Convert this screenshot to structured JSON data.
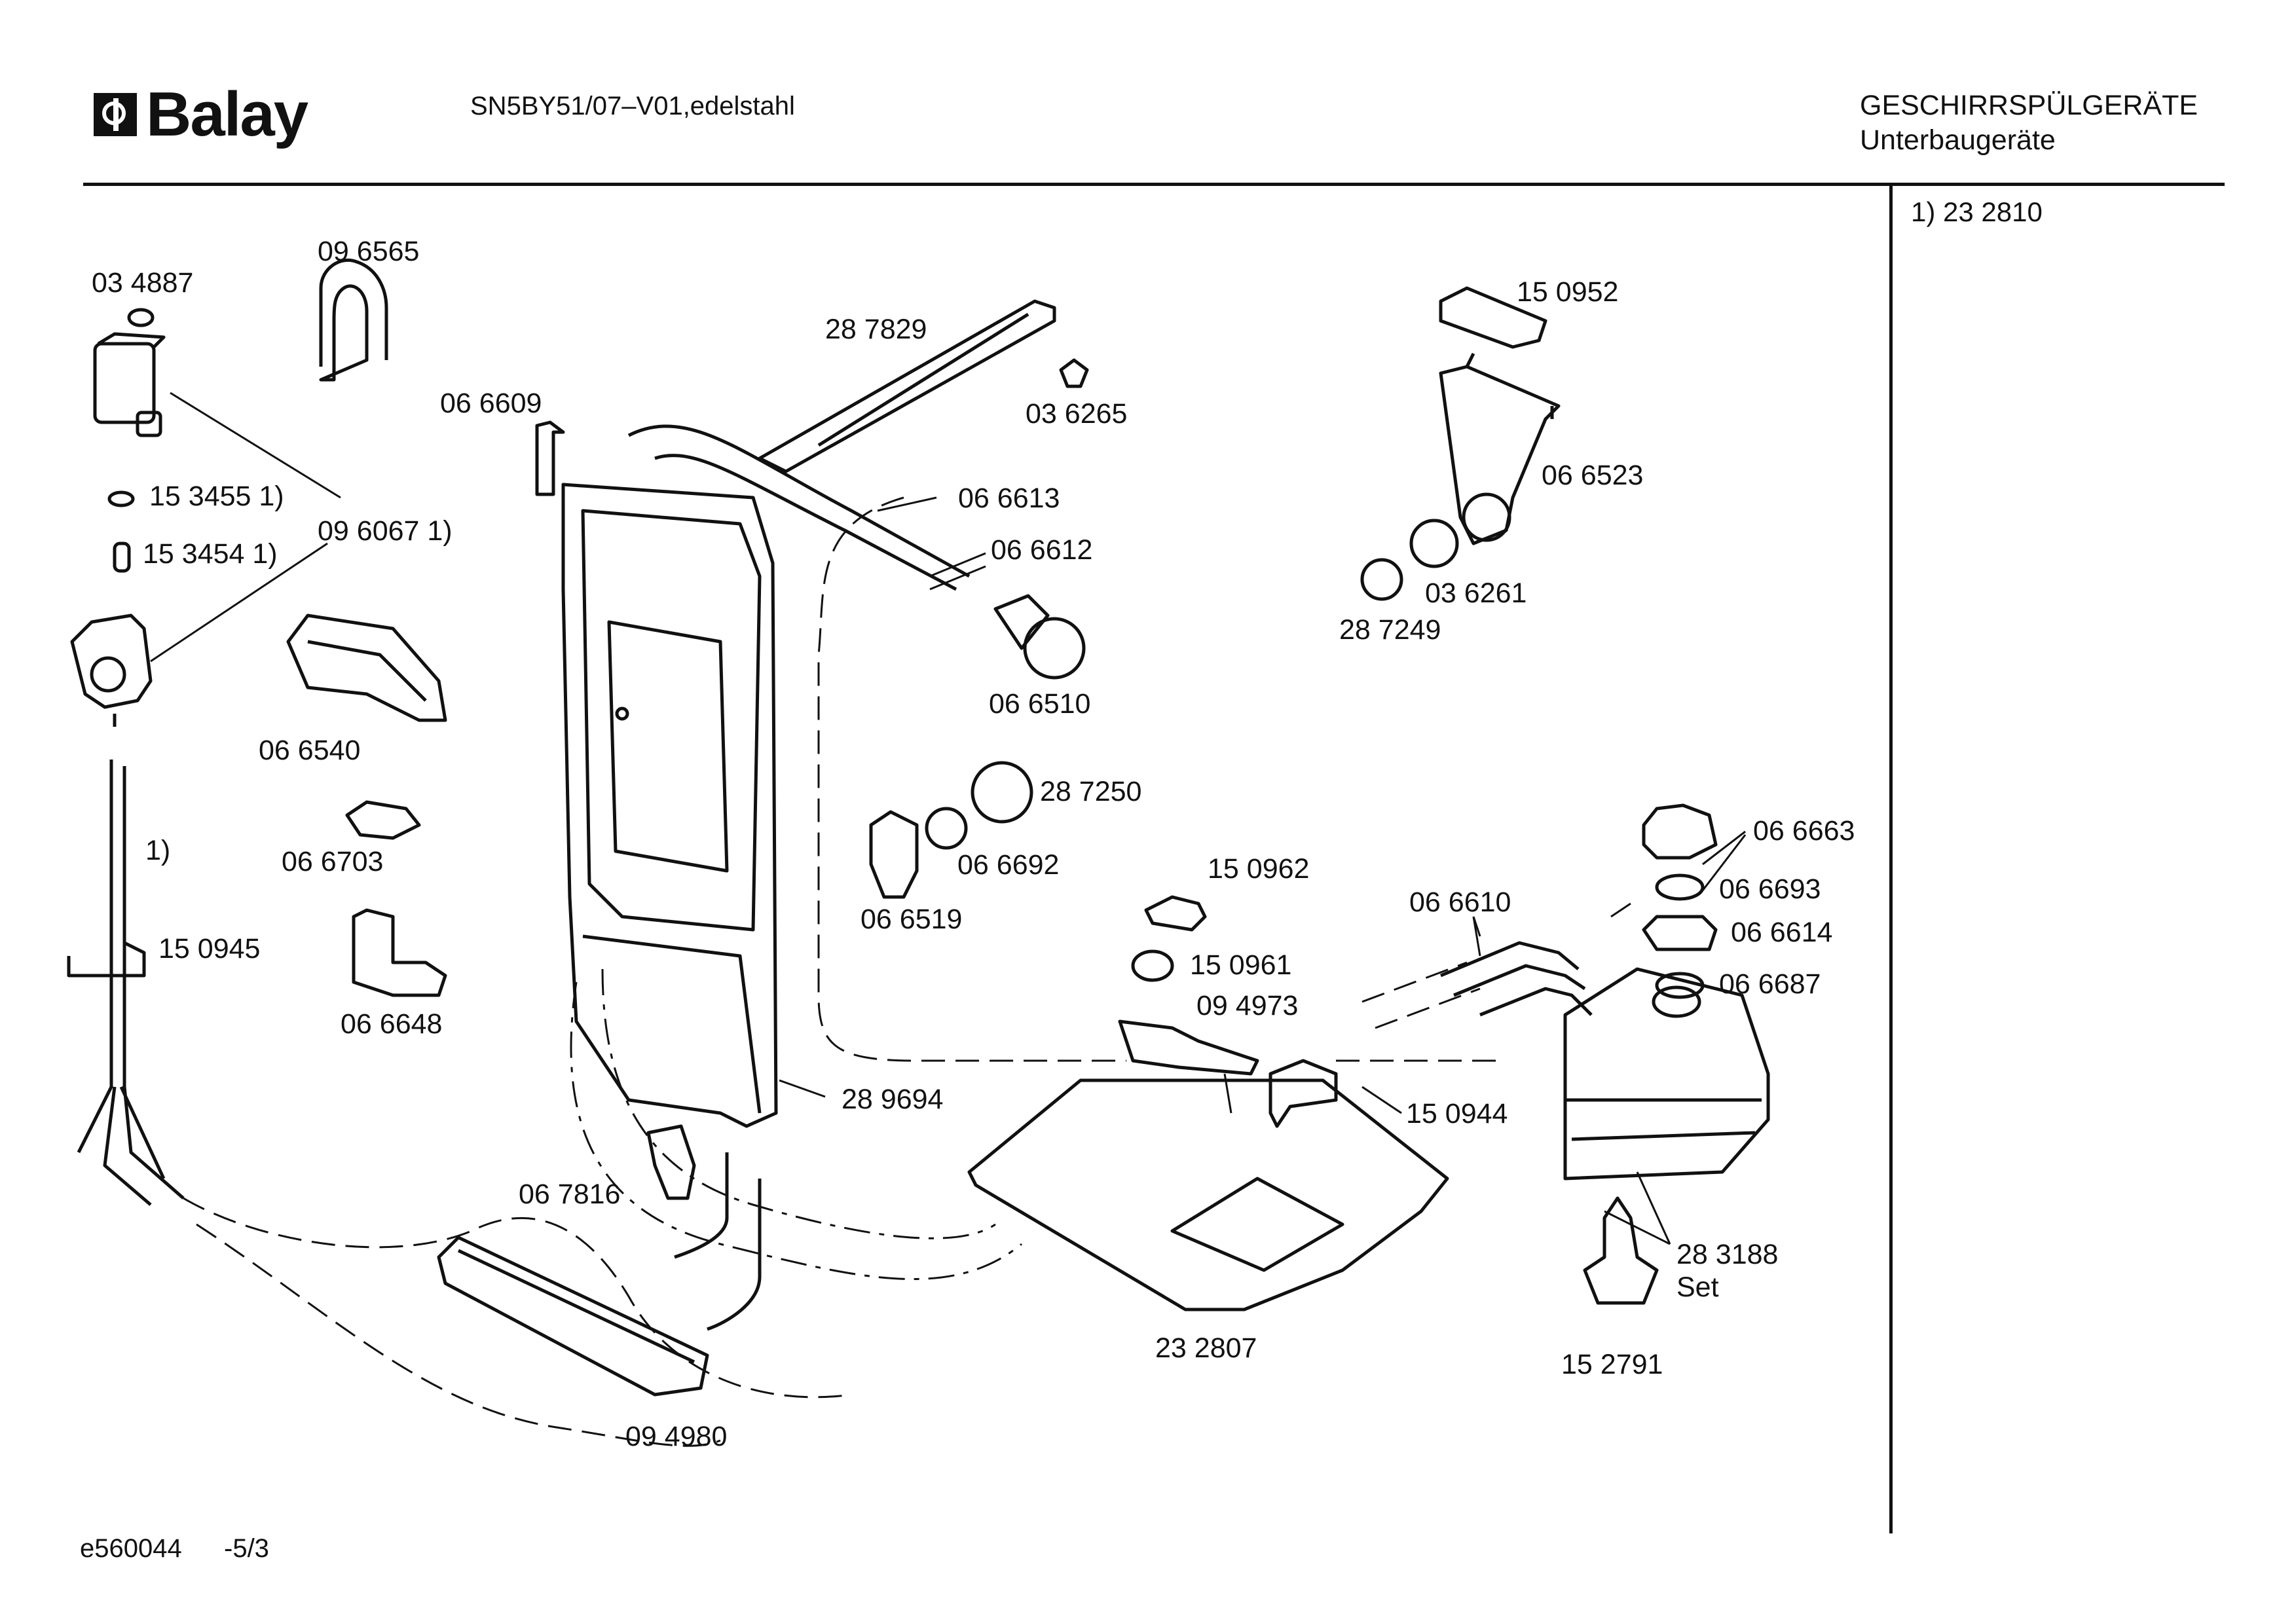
{
  "header": {
    "brand": "Balay",
    "model": "SN5BY51/07–V01,edelstahl",
    "category_line1": "GESCHIRRSPÜLGERÄTE",
    "category_line2": "Unterbaugeräte"
  },
  "side_note": "1)  23 2810",
  "footer": {
    "code": "e560044",
    "page": "-5/3"
  },
  "labels": {
    "p034887": "03 4887",
    "p096565": "09 6565",
    "p287829": "28 7829",
    "p036265": "03 6265",
    "p066609": "06 6609",
    "p153455": "15 3455  1)",
    "p096067": "09 6067  1)",
    "p153454": "15 3454  1)",
    "p066613": "06 6613",
    "p066612": "06 6612",
    "p150952": "15 0952",
    "p066523": "06 6523",
    "p036261": "03 6261",
    "p287249": "28 7249",
    "p066510": "06 6510",
    "p066540": "06 6540",
    "p287250": "28 7250",
    "note1": "1)",
    "p066703": "06 6703",
    "p066692": "06 6692",
    "p066519": "06 6519",
    "p066663": "06 6663",
    "p150962": "15 0962",
    "p066610": "06 6610",
    "p066693": "06 6693",
    "p150945": "15 0945",
    "p066614": "06 6614",
    "p150961": "15 0961",
    "p066687": "06 6687",
    "p094973": "09 4973",
    "p066648": "06 6648",
    "p289694": "28 9694",
    "p150944": "15 0944",
    "p067816": "06 7816",
    "p283188": "28 3188",
    "set": "Set",
    "p232807": "23 2807",
    "p152791": "15 2791",
    "p094980": "09 4980"
  }
}
